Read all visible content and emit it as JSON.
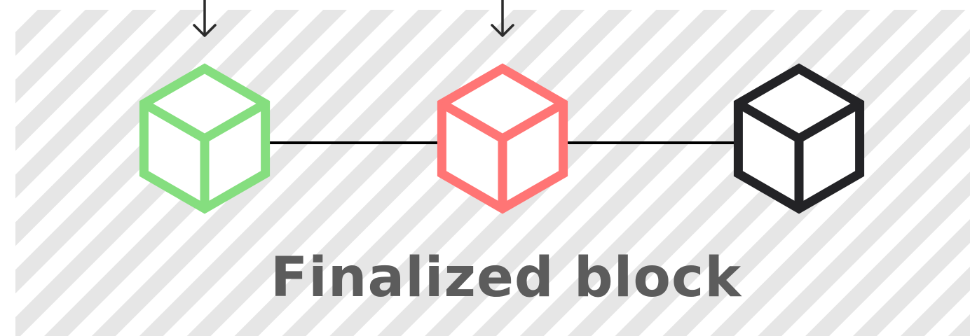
{
  "caption": "Finalized block",
  "colors": {
    "stripe": "#e6e6e6",
    "connector": "#000000",
    "arrow": "#2b2b2b",
    "caption": "#5c5c5c"
  },
  "blocks": [
    {
      "name": "block-1",
      "color": "#85de7f",
      "has_incoming_arrow": true
    },
    {
      "name": "block-2",
      "color": "#ff7575",
      "has_incoming_arrow": true
    },
    {
      "name": "block-3",
      "color": "#232326",
      "has_incoming_arrow": false
    }
  ]
}
